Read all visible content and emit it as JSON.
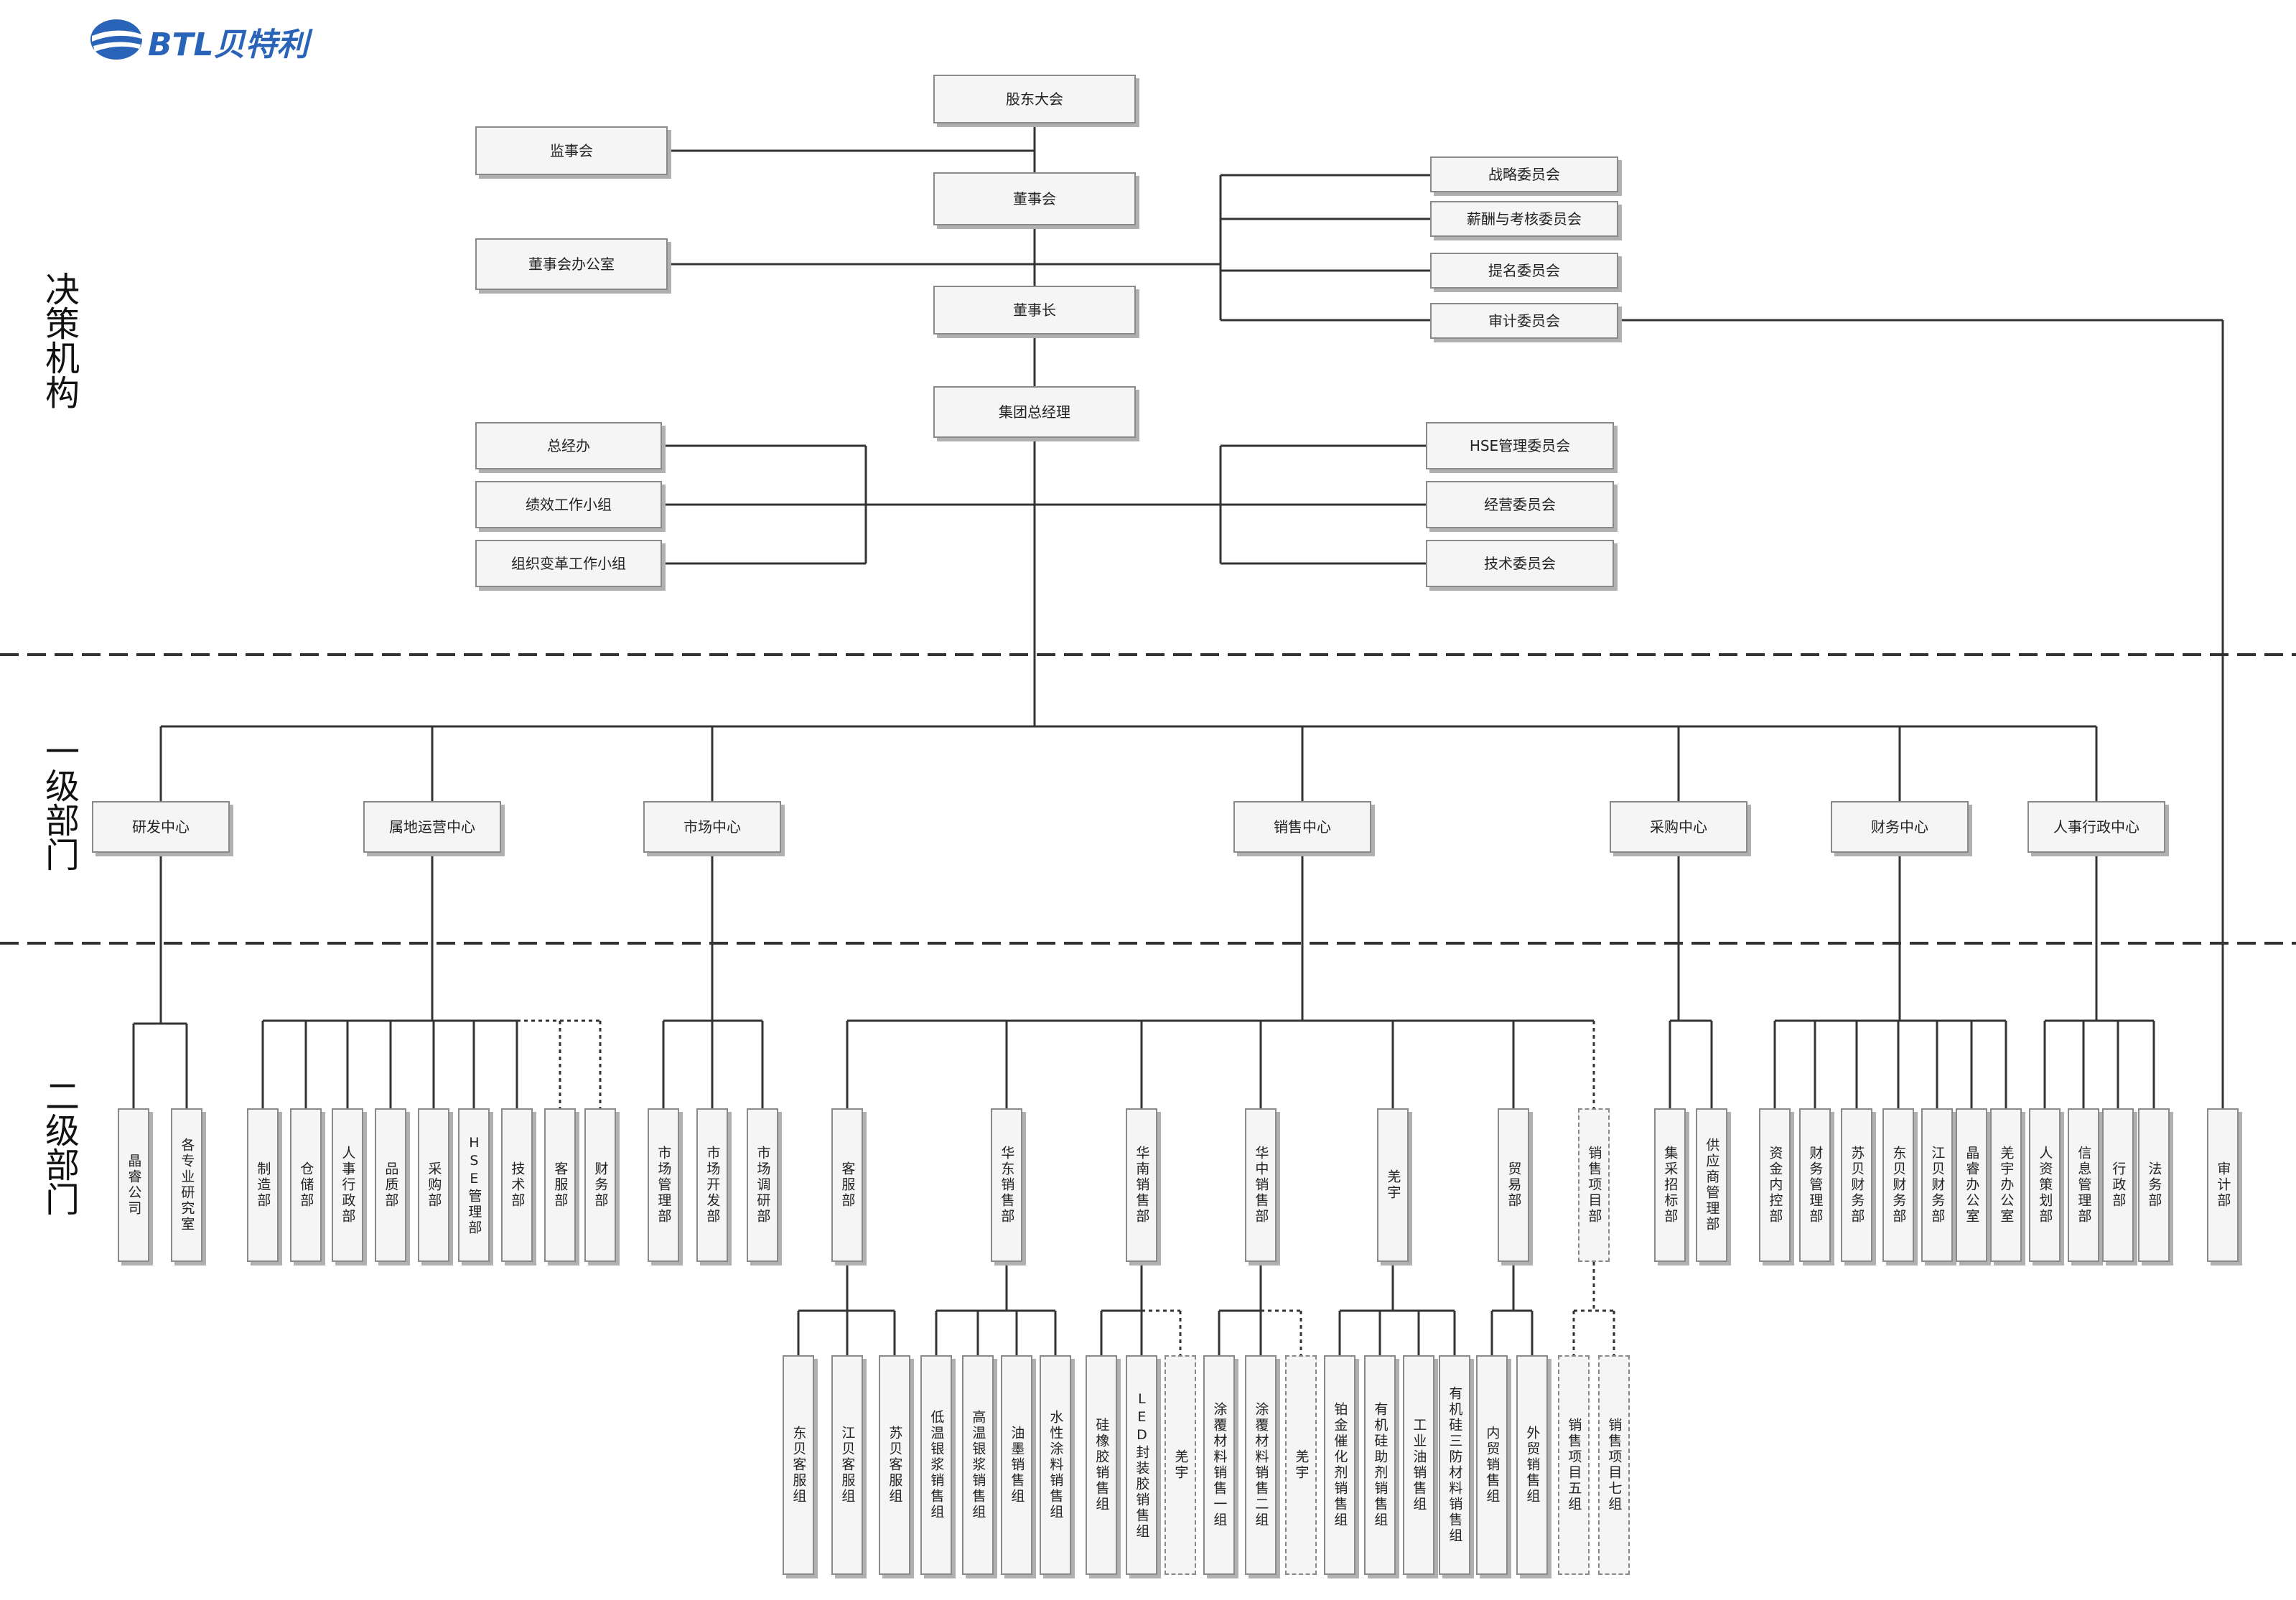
{
  "logo": {
    "text": "BTL贝特利"
  },
  "tiers": {
    "decision": "决策机构",
    "level1": "一级部门",
    "level2": "二级部门"
  },
  "top": {
    "shareholders": "股东大会",
    "supervisors": "监事会",
    "board": "董事会",
    "board_office": "董事会办公室",
    "chairman": "董事长",
    "ceo": "集团总经理",
    "strategy": "战略委员会",
    "compensation": "薪酬与考核委员会",
    "nomination": "提名委员会",
    "audit_committee": "审计委员会",
    "gm_office": "总经办",
    "kpi_group": "绩效工作小组",
    "reform_group": "组织变革工作小组",
    "hse_committee": "HSE管理委员会",
    "operations_committee": "经营委员会",
    "tech_committee": "技术委员会"
  },
  "centers": {
    "rd": "研发中心",
    "ops": "属地运营中心",
    "market": "市场中心",
    "sales": "销售中心",
    "purchase": "采购中心",
    "finance": "财务中心",
    "hr": "人事行政中心"
  },
  "level2": {
    "rd": [
      "晶睿公司",
      "各专业研究室"
    ],
    "ops": [
      "制造部",
      "仓储部",
      "人事行政部",
      "品质部",
      "采购部",
      "HSE管理部",
      "技术部",
      "客服部",
      "财务部"
    ],
    "market": [
      "市场管理部",
      "市场开发部",
      "市场调研部"
    ],
    "sales": [
      "客服部",
      "华东销售部",
      "华南销售部",
      "华中销售部",
      "羌宇",
      "贸易部",
      "销售项目部"
    ],
    "purchase": [
      "集采招标部",
      "供应商管理部"
    ],
    "finance": [
      "资金内控部",
      "财务管理部",
      "苏贝财务部",
      "东贝财务部",
      "江贝财务部",
      "晶睿办公室",
      "羌宇办公室"
    ],
    "hr": [
      "人资策划部",
      "信息管理部",
      "行政部",
      "法务部"
    ],
    "audit": "审计部"
  },
  "level3": {
    "kefu": [
      "东贝客服组",
      "江贝客服组",
      "苏贝客服组"
    ],
    "huadong": [
      "低温银浆销售组",
      "高温银浆销售组",
      "油墨销售组",
      "水性涂料销售组"
    ],
    "huanan": [
      "硅橡胶销售组",
      "LED封装胶销售组",
      "羌宇"
    ],
    "huazhong": [
      "涂覆材料销售一组",
      "涂覆材料销售二组",
      "羌宇"
    ],
    "qiangyu": [
      "铂金催化剂销售组",
      "有机硅助剂销售组",
      "工业油销售组",
      "有机硅三防材料销售组"
    ],
    "trade": [
      "内贸销售组",
      "外贸销售组"
    ],
    "projects": [
      "销售项目五组",
      "销售项目七组"
    ]
  }
}
